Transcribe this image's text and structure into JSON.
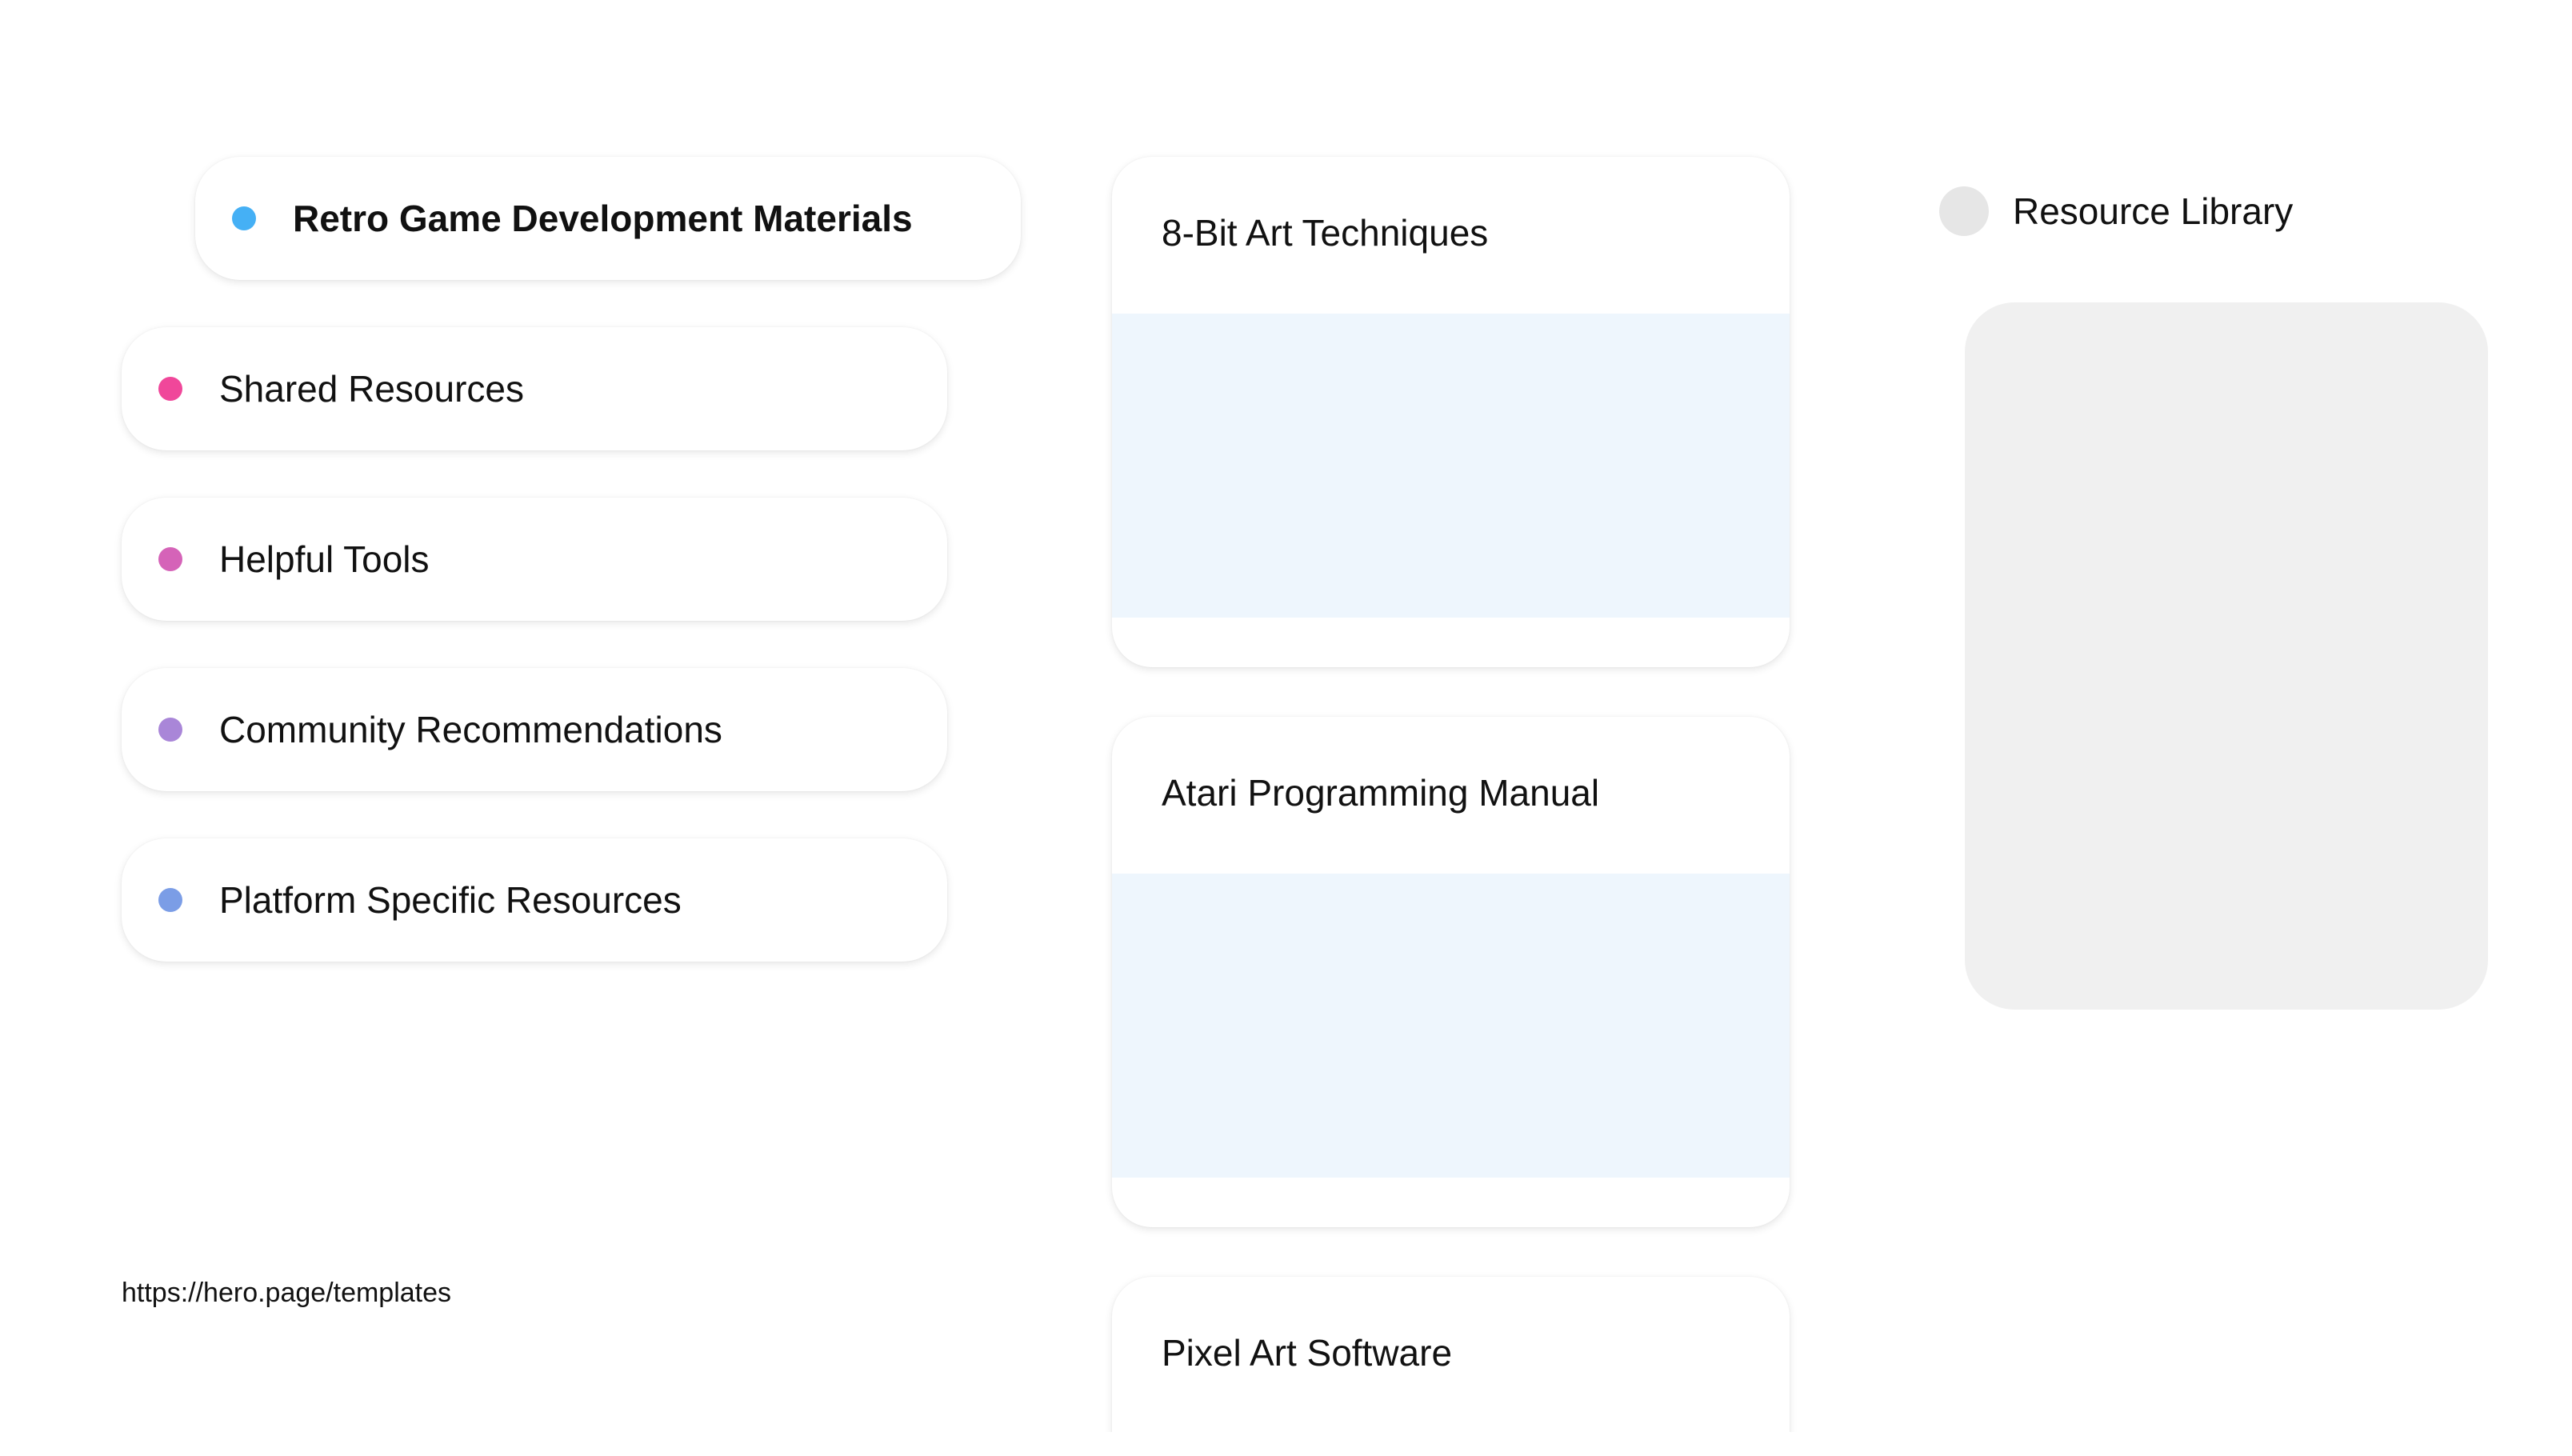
{
  "sidebar": {
    "header": {
      "label": "Retro Game Development Materials",
      "dot_color": "#45b0f5"
    },
    "items": [
      {
        "label": "Shared Resources",
        "dot_color": "#f0479a"
      },
      {
        "label": "Helpful Tools",
        "dot_color": "#d563b8"
      },
      {
        "label": "Community Recommendations",
        "dot_color": "#a986d8"
      },
      {
        "label": "Platform Specific Resources",
        "dot_color": "#7b9de6"
      }
    ]
  },
  "cards": [
    {
      "title": "8-Bit Art Techniques"
    },
    {
      "title": "Atari Programming Manual"
    },
    {
      "title": "Pixel Art Software"
    }
  ],
  "library": {
    "title": "Resource Library"
  },
  "footer": {
    "url": "https://hero.page/templates"
  },
  "colors": {
    "card_media": "#eef6fd",
    "library_panel": "#f0f0f0",
    "avatar": "#e6e6e6"
  }
}
